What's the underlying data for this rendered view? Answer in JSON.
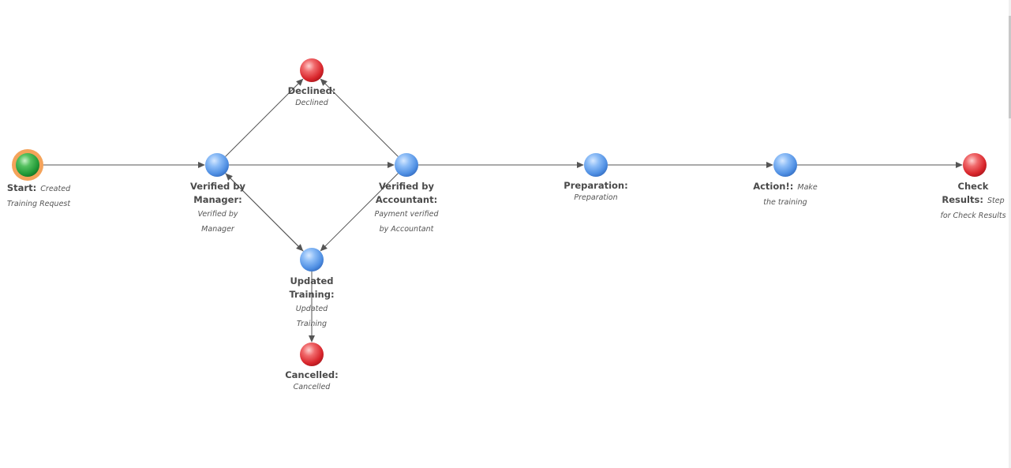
{
  "nodes": {
    "start": {
      "name": "Start:",
      "desc": "Created Training Request",
      "status": "start"
    },
    "manager": {
      "name": "Verified by Manager:",
      "desc": "Verified by Manager",
      "status": "normal"
    },
    "declined": {
      "name": "Declined:",
      "desc": "Declined",
      "status": "end"
    },
    "accountant": {
      "name": "Verified by Accountant:",
      "desc": "Payment verified by Accountant",
      "status": "normal"
    },
    "updated": {
      "name": "Updated Training:",
      "desc": "Updated Training",
      "status": "normal"
    },
    "cancelled": {
      "name": "Cancelled:",
      "desc": "Cancelled",
      "status": "end"
    },
    "preparation": {
      "name": "Preparation:",
      "desc": "Preparation",
      "status": "normal"
    },
    "action": {
      "name": "Action!:",
      "desc": "Make the training",
      "status": "normal"
    },
    "check": {
      "name": "Check Results:",
      "desc": "Step for Check Results",
      "status": "end"
    }
  },
  "edges": [
    {
      "from": "start",
      "to": "manager"
    },
    {
      "from": "manager",
      "to": "declined"
    },
    {
      "from": "manager",
      "to": "accountant"
    },
    {
      "from": "manager",
      "to": "updated"
    },
    {
      "from": "accountant",
      "to": "declined"
    },
    {
      "from": "accountant",
      "to": "updated"
    },
    {
      "from": "updated",
      "to": "manager"
    },
    {
      "from": "updated",
      "to": "cancelled"
    },
    {
      "from": "accountant",
      "to": "preparation"
    },
    {
      "from": "preparation",
      "to": "action"
    },
    {
      "from": "action",
      "to": "check"
    }
  ],
  "colors": {
    "start": "#2ea844",
    "start_ring": "#f4a35a",
    "normal": "#5b9bea",
    "end": "#e02a2f",
    "edge": "#555555"
  }
}
